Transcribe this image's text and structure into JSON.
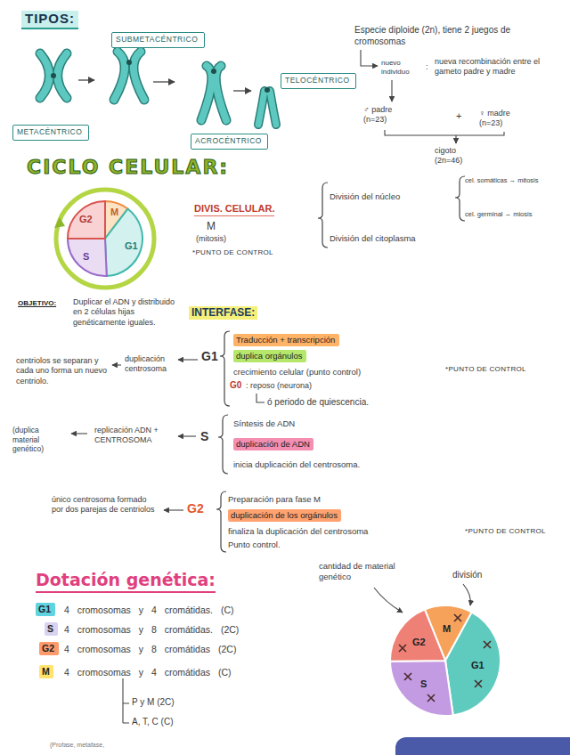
{
  "diagram": {
    "nodes": [
      {
        "text": [
          "SUBMETACÉNTRICO"
        ]
      },
      {
        "text": [
          "TELOCÉNTRICO"
        ]
      },
      {
        "text": [
          "METACÉNTRICO"
        ]
      },
      {
        "text": [
          "ACROCÉNTRICO"
        ]
      },
      {
        "text": [
          "Traducción + transcripción"
        ]
      },
      {
        "text": [
          "duplica orgánulos"
        ]
      },
      {
        "text": [
          "duplicación de ADN"
        ]
      },
      {
        "text": [
          "duplicación de los orgánulos"
        ]
      },
      {
        "text": [
          "G1"
        ]
      },
      {
        "text": [
          "S"
        ]
      },
      {
        "text": [
          "G2"
        ]
      },
      {
        "text": [
          "M"
        ]
      }
    ],
    "labels": [
      "TIPOS:",
      "Especie diploide (2n), tiene 2 juegos de cromosomas",
      "nuevo individuo",
      ":",
      "nueva recombinación entre el gameto padre y madre",
      "♂ padre (n=23)",
      "+",
      "♀ madre (n=23)",
      "cigoto (2n=46)",
      "CICLO CELULAR:",
      "G2",
      "M",
      "G1",
      "S",
      "DIVIS. CELULAR.",
      "M",
      "(mitosis)",
      "*PUNTO DE CONTROL",
      "División del núcleo",
      "cel. somáticas → mitosis",
      "cel. germinal → miosis",
      "División del citoplasma",
      "OBJETIVO:",
      "Duplicar el ADN y distribuido en 2 células hijas genéticamente iguales.",
      "INTERFASE:",
      "centriolos se separan y cada uno forma un nuevo centriolo.",
      "duplicación centrosoma",
      "G1",
      "crecimiento celular (punto control)",
      "G0",
      ": reposo (neurona)",
      "ó periodo de quiescencia.",
      "*PUNTO DE CONTROL",
      "(duplica material genético)",
      "replicación ADN + CENTROSOMA",
      "S",
      "Síntesis de ADN",
      "inicia duplicación del centrosoma.",
      "único centrosoma formado por dos parejas de centriolos",
      "G2",
      "Preparación para fase M",
      "finaliza la duplicación del centrosoma",
      "Punto control.",
      "*PUNTO DE CONTROL",
      "cantidad de material genético",
      "división",
      "Dotación genética:",
      "4 cromosomas y 4 cromátidas. (C)",
      "4 cromosomas y 8 cromátidas. (2C)",
      "4 cromosomas y 8 cromátidas (2C)",
      "4 cromosomas y 4 cromátidas (C)",
      "P y M (2C)",
      "A, T, C (C)",
      "(Profase, metafase,",
      "M",
      "G2",
      "G1",
      "S"
    ]
  }
}
